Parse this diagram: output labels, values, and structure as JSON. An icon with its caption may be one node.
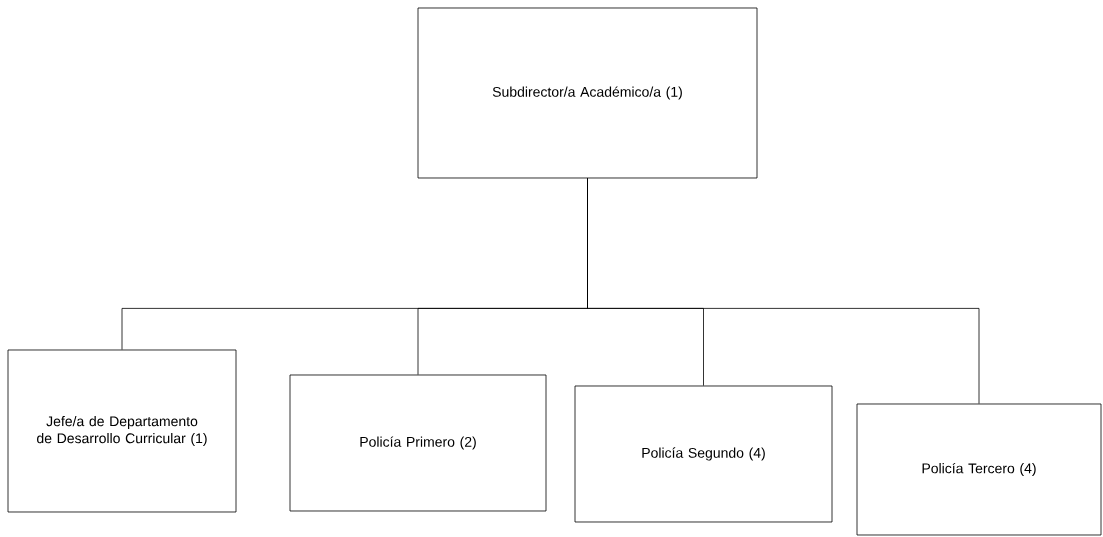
{
  "diagram": {
    "nodes": [
      {
        "text": [
          "Subdirector/a Académico/a (1)"
        ]
      },
      {
        "text": [
          "Jefe/a de Departamento de Desarrollo Curricular (1)"
        ]
      },
      {
        "text": [
          "Policía Primero (2)"
        ]
      },
      {
        "text": [
          "Policía Segundo (4)"
        ]
      },
      {
        "text": [
          "Policía Tercero (4)"
        ]
      }
    ],
    "edges": [
      {
        "from": 0,
        "to": 1,
        "arrow": "none"
      },
      {
        "from": 0,
        "to": 2,
        "arrow": "none"
      },
      {
        "from": 0,
        "to": 3,
        "arrow": "none"
      },
      {
        "from": 0,
        "to": 4,
        "arrow": "none"
      }
    ]
  }
}
